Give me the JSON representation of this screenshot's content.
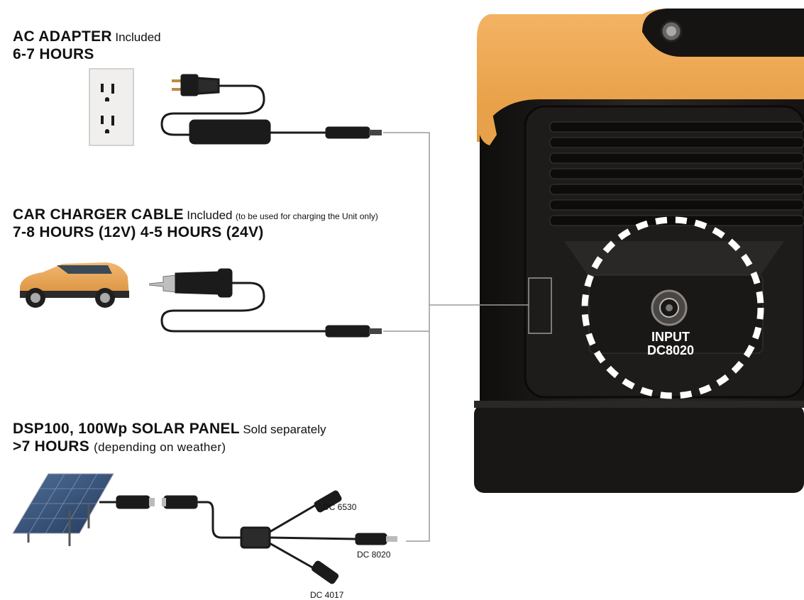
{
  "sections": [
    {
      "title": "AC ADAPTER",
      "note": "Included",
      "small_note": "",
      "time": "6-7 HOURS",
      "time_note": ""
    },
    {
      "title": "CAR CHARGER CABLE",
      "note": "Included",
      "small_note": "(to be used for charging the Unit only)",
      "time": "7-8 HOURS (12V) 4-5 HOURS (24V)",
      "time_note": ""
    },
    {
      "title": "DSP100, 100Wp SOLAR PANEL",
      "note": "Sold separately",
      "small_note": "",
      "time": ">7 HOURS",
      "time_note": "(depending on weather)"
    }
  ],
  "input_port": {
    "line1": "INPUT",
    "line2": "DC8020"
  },
  "connectors": [
    "DC 6530",
    "DC 8020",
    "DC 4017"
  ],
  "colors": {
    "body": "#1c1a18",
    "accent": "#f0a54a",
    "cable": "#1b1b1b"
  }
}
